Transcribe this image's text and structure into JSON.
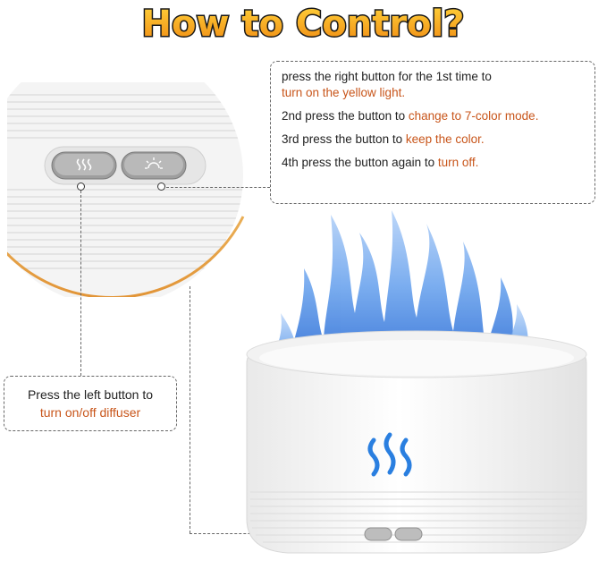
{
  "header": {
    "title": "How to Control?"
  },
  "right_button_callout": {
    "line1_a": "press the right button for the 1st time to",
    "line1_b": "turn on the yellow light.",
    "line2_a": "2nd press the button to ",
    "line2_b": "change to 7-color mode.",
    "line3_a": "3rd press the button to ",
    "line3_b": "keep the color.",
    "line4_a": "4th press the button again to ",
    "line4_b": "turn off."
  },
  "left_button_callout": {
    "line1": "Press the left button to",
    "line2": "turn on/off diffuser"
  },
  "icons": {
    "mist": "mist-waves-icon",
    "light": "light-sun-icon"
  },
  "colors": {
    "highlight": "#c8551a",
    "title_fill": "#f7a21b",
    "title_outline": "#1a1a1a",
    "flame": "#4f8fe0",
    "zoom_ring": "#e9a53a"
  }
}
